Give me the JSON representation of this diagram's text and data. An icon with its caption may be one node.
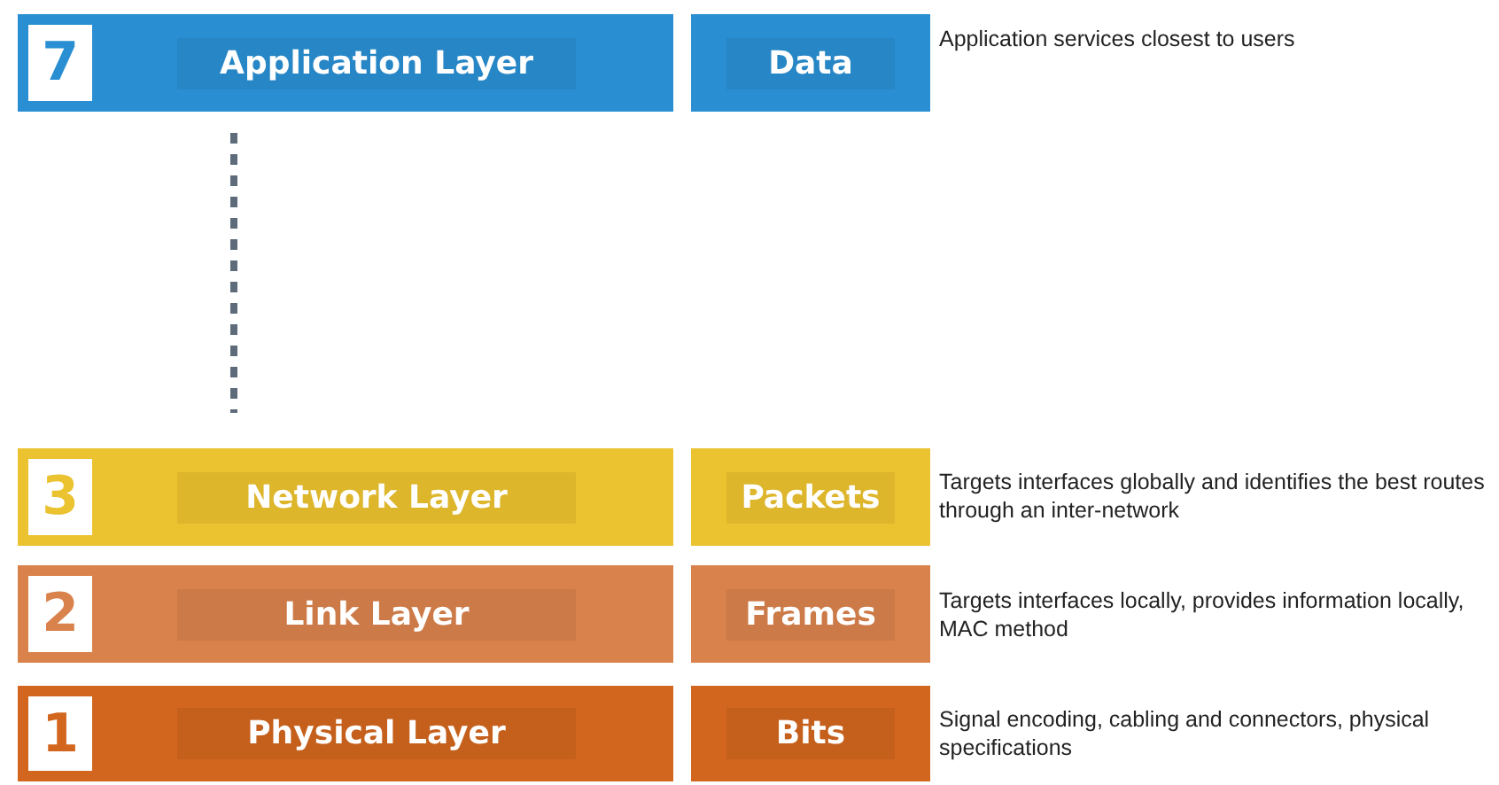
{
  "diagram": {
    "nodes": [
      {
        "text": [
          "7",
          "Application Layer"
        ]
      },
      {
        "text": [
          "Data"
        ],
        "beside": [
          "Application services closest to users"
        ]
      },
      {
        "text": [
          "3",
          "Network Layer"
        ]
      },
      {
        "text": [
          "Packets"
        ],
        "beside": [
          "Targets interfaces globally and identifies the best routes through an inter-network"
        ]
      },
      {
        "text": [
          "2",
          "Link Layer"
        ]
      },
      {
        "text": [
          "Frames"
        ],
        "beside": [
          "Targets interfaces locally, provides information locally, MAC method"
        ]
      },
      {
        "text": [
          "1",
          "Physical Layer"
        ]
      },
      {
        "text": [
          "Bits"
        ],
        "beside": [
          "Signal encoding, cabling and connectors, physical specifications"
        ]
      }
    ]
  }
}
